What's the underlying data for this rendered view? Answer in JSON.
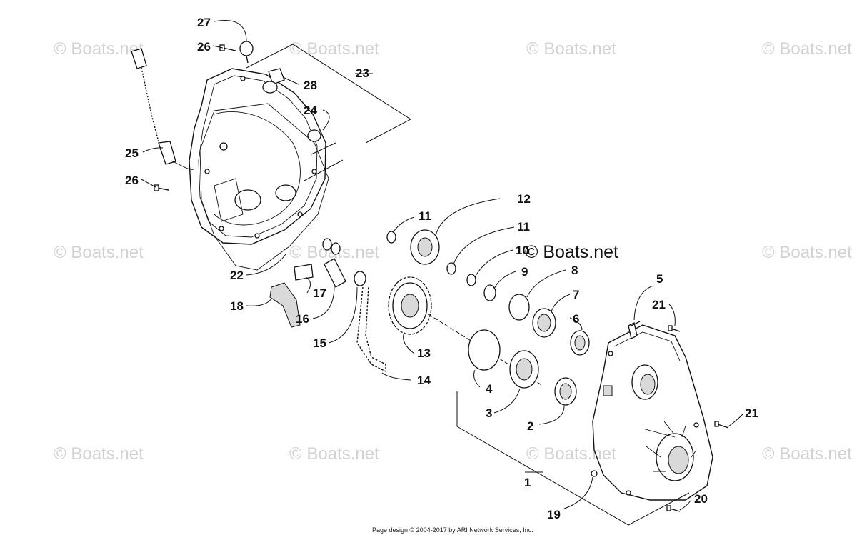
{
  "watermark": "© Boats.net",
  "center_watermark": "© Boats.net",
  "footer": "Page design © 2004-2017 by ARI Network Services, Inc.",
  "callouts": {
    "c27": "27",
    "c26a": "26",
    "c28": "28",
    "c23": "23",
    "c24": "24",
    "c25": "25",
    "c26b": "26",
    "c22": "22",
    "c18": "18",
    "c17": "17",
    "c16": "16",
    "c15": "15",
    "c14": "14",
    "c13": "13",
    "c12": "12",
    "c11a": "11",
    "c11b": "11",
    "c10": "10",
    "c9": "9",
    "c8": "8",
    "c7": "7",
    "c6": "6",
    "c5": "5",
    "c21a": "21",
    "c21b": "21",
    "c4": "4",
    "c3": "3",
    "c2": "2",
    "c1": "1",
    "c19": "19",
    "c20": "20"
  }
}
